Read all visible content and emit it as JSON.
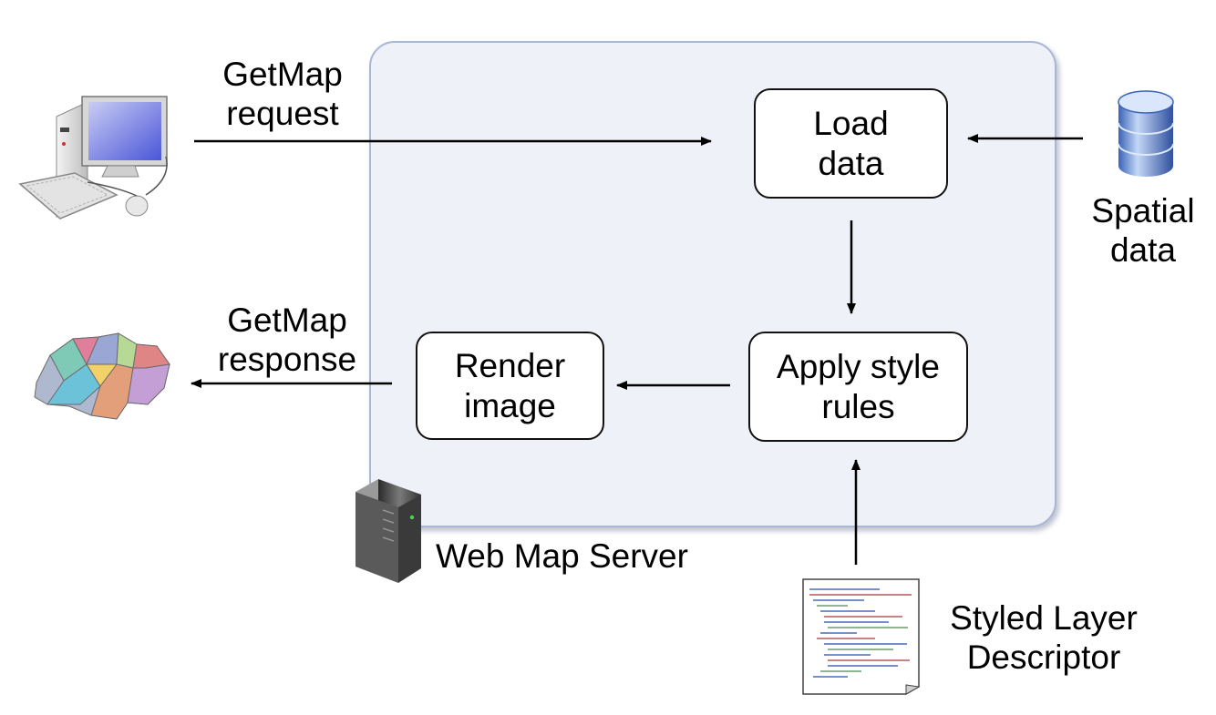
{
  "server": {
    "label": "Web Map Server"
  },
  "boxes": {
    "load": "Load\ndata",
    "apply": "Apply style\nrules",
    "render": "Render\nimage"
  },
  "labels": {
    "request": "GetMap\nrequest",
    "response": "GetMap\nresponse",
    "spatial": "Spatial\ndata",
    "sld": "Styled Layer\nDescriptor"
  },
  "colors": {
    "server_fill": "#eef1f8",
    "server_border": "#a9b6d6",
    "arrow": "#000000"
  },
  "icons": {
    "client": "desktop-computer-icon",
    "map": "switzerland-cantons-map-icon",
    "database": "database-icon",
    "server": "server-tower-icon",
    "sld": "xml-document-icon"
  }
}
